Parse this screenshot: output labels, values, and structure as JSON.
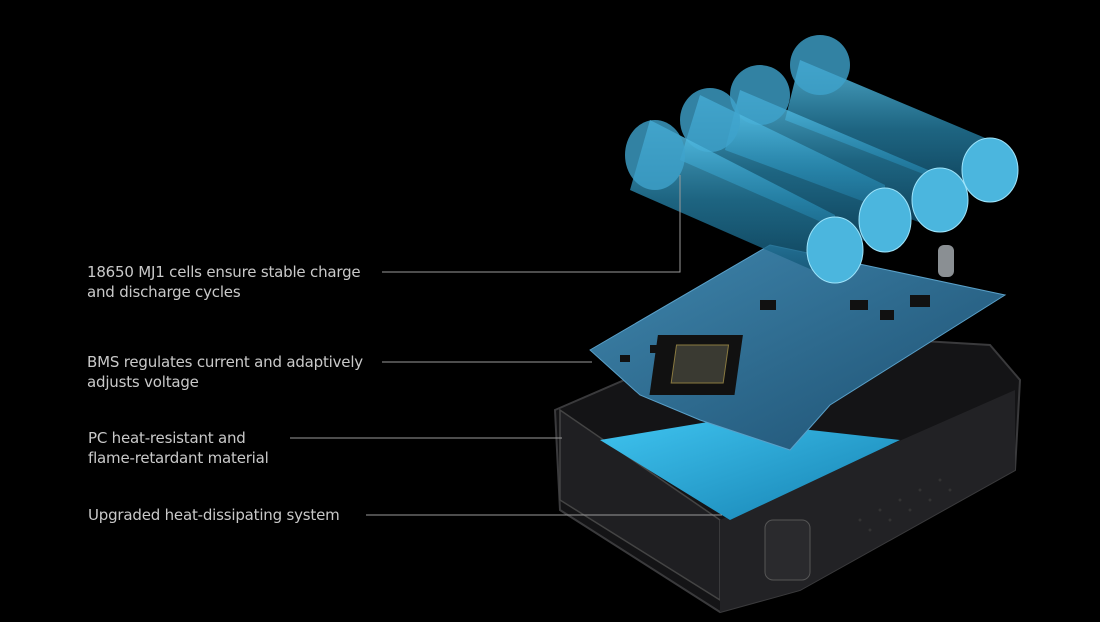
{
  "callouts": [
    {
      "line1": "18650 MJ1 cells ensure stable charge",
      "line2": "and discharge cycles"
    },
    {
      "line1": "BMS regulates current and adaptively",
      "line2": "adjusts voltage"
    },
    {
      "line1": "PC heat-resistant and",
      "line2": "flame-retardant material"
    },
    {
      "line1": "Upgraded heat-dissipating system",
      "line2": null
    }
  ],
  "colors": {
    "background": "#000000",
    "text": "#c9c9c9",
    "battery": "#2a8fb8",
    "pcb": "#2f6f95",
    "pad": "#33b6e6",
    "case": "#1c1c1e"
  }
}
